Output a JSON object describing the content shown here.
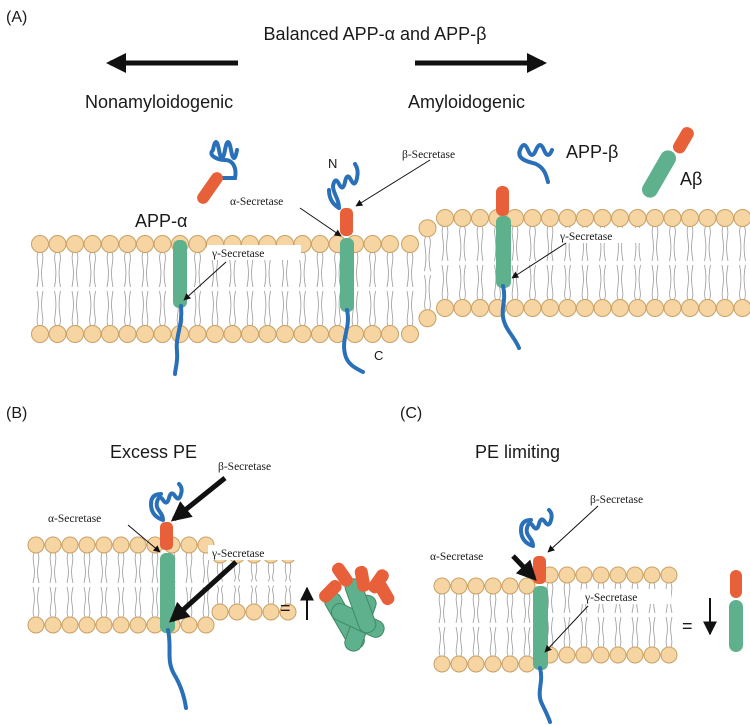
{
  "panels": {
    "a": "(A)",
    "b": "(B)",
    "c": "(C)"
  },
  "panel_a": {
    "heading": "Balanced APP-α and APP-β",
    "left_label": "Nonamyloidogenic",
    "right_label": "Amyloidogenic",
    "app_alpha": "APP-α",
    "app_beta": "APP-β",
    "abeta": "Aβ",
    "n_terminus": "N",
    "c_terminus": "C",
    "beta_secretase": "β-Secretase",
    "alpha_secretase": "α-Secretase",
    "gamma_secretase_left": "γ-Secretase",
    "gamma_secretase_right": "γ-Secretase"
  },
  "panel_b": {
    "heading": "Excess PE",
    "beta_secretase": "β-Secretase",
    "alpha_secretase": "α-Secretase",
    "gamma_secretase": "γ-Secretase",
    "equals": "="
  },
  "panel_c": {
    "heading": "PE limiting",
    "beta_secretase": "β-Secretase",
    "alpha_secretase": "α-Secretase",
    "gamma_secretase": "γ-Secretase",
    "equals": "="
  },
  "colors": {
    "lipid_head": "#f6d5a3",
    "lipid_stroke": "#c9a064",
    "lipid_tail": "#9a9a9a",
    "app_blue": "#2a70b8",
    "secretase_site": "#e8603a",
    "transmembrane": "#5fb08c",
    "arrow": "#111111"
  }
}
